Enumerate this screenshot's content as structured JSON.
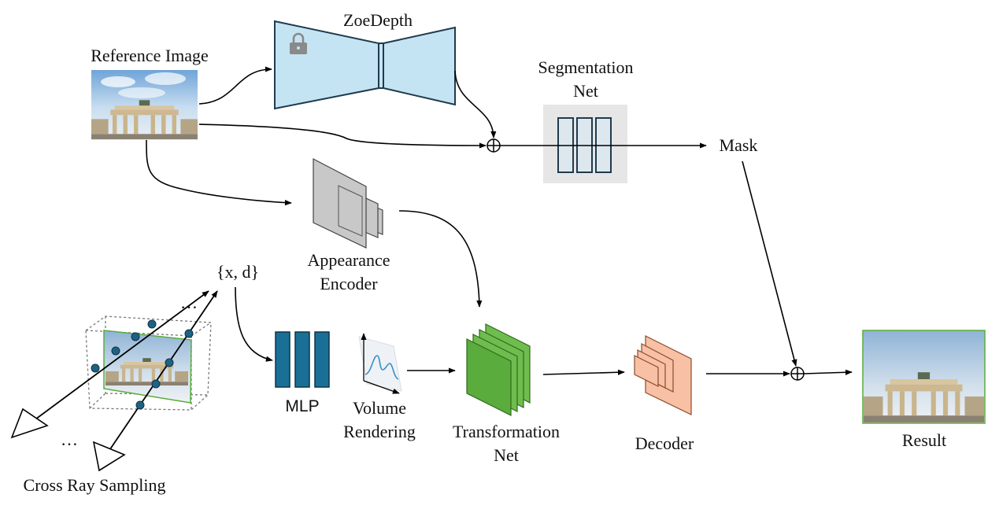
{
  "labels": {
    "reference_image": "Reference Image",
    "zoedepth": "ZoeDepth",
    "segmentation_net_1": "Segmentation",
    "segmentation_net_2": "Net",
    "mask": "Mask",
    "appearance_encoder_1": "Appearance",
    "appearance_encoder_2": "Encoder",
    "x_d": "{x, d}",
    "mlp": "MLP",
    "volume_rendering_1": "Volume",
    "volume_rendering_2": "Rendering",
    "transformation_net_1": "Transformation",
    "transformation_net_2": "Net",
    "decoder": "Decoder",
    "result": "Result",
    "cross_ray_sampling": "Cross Ray Sampling",
    "ellipsis_top": "…",
    "ellipsis_bottom": "…"
  },
  "colors": {
    "zoedepth_fill": "#c5e4f3",
    "zoedepth_stroke": "#1f3b4d",
    "segnet_bg": "#e6e6e6",
    "segnet_block": "#dde8ee",
    "encoder_fill": "#c8c8c8",
    "mlp_fill": "#1a6f97",
    "transform_fill": "#5aac3c",
    "decoder_fill": "#f8c0a4",
    "sample_point": "#1e6283",
    "image_border": "#5aac3c"
  },
  "icons": {
    "lock": "lock-icon",
    "concat_top": "oplus-icon",
    "concat_bottom": "oplus-icon",
    "camera_left": "camera-frustum-icon",
    "camera_right": "camera-frustum-icon"
  }
}
